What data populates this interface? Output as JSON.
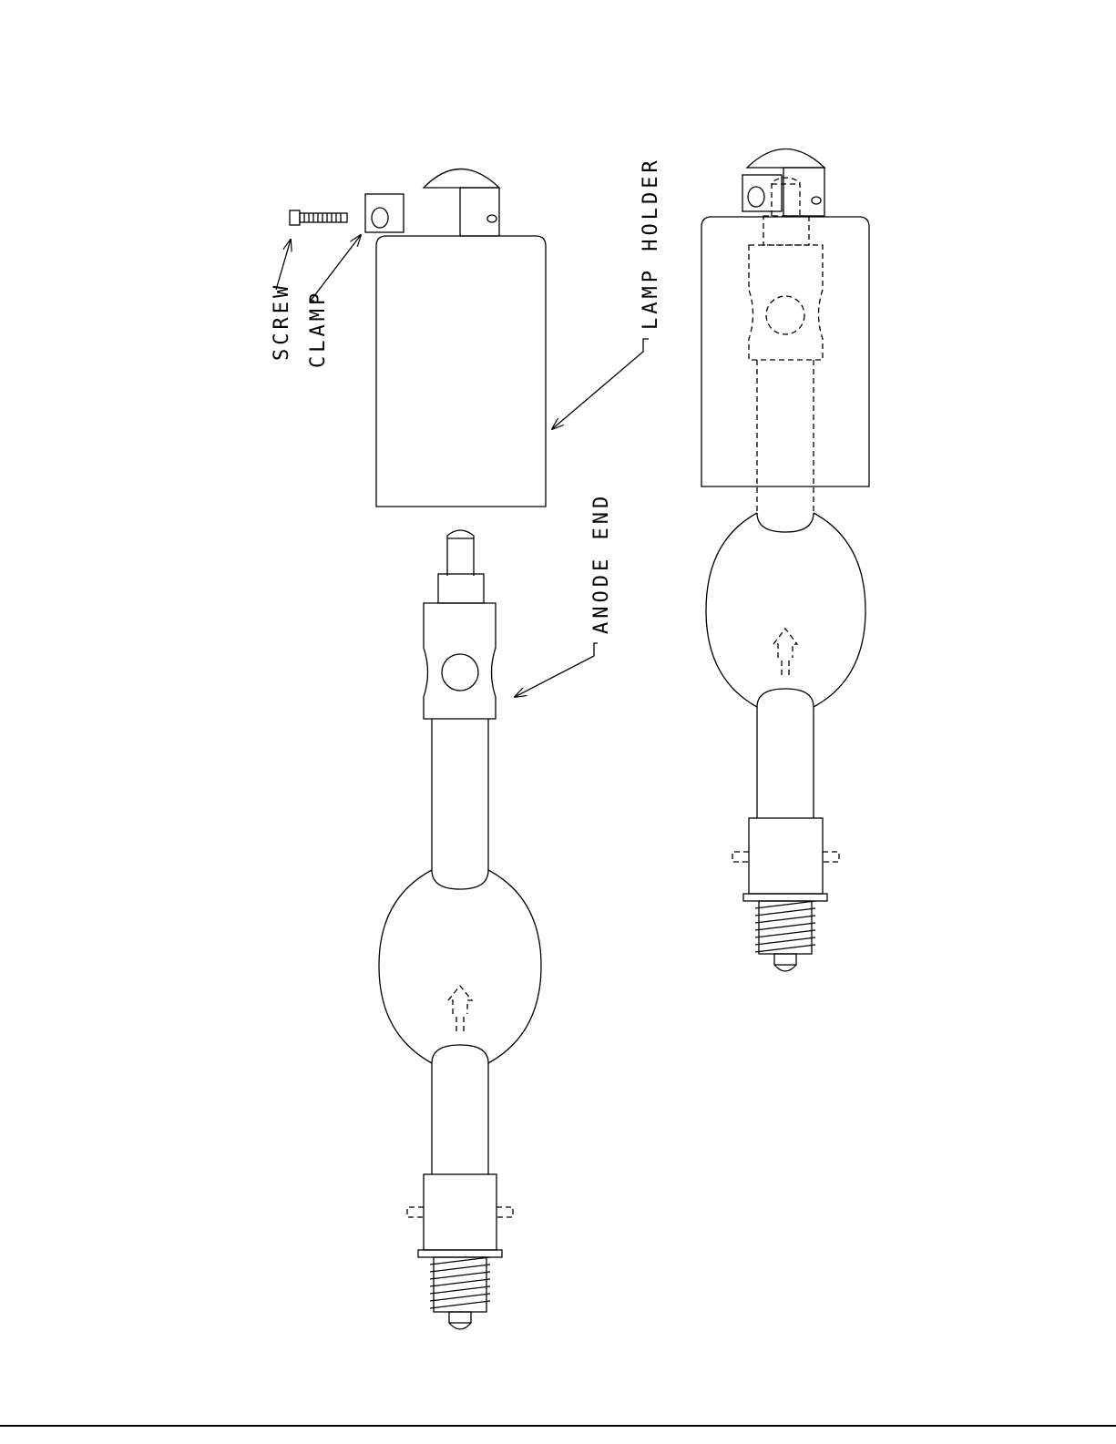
{
  "labels": {
    "screw": "SCREW",
    "clamp": "CLAMP",
    "lamp_holder": "LAMP HOLDER",
    "anode_end": "ANODE END"
  }
}
